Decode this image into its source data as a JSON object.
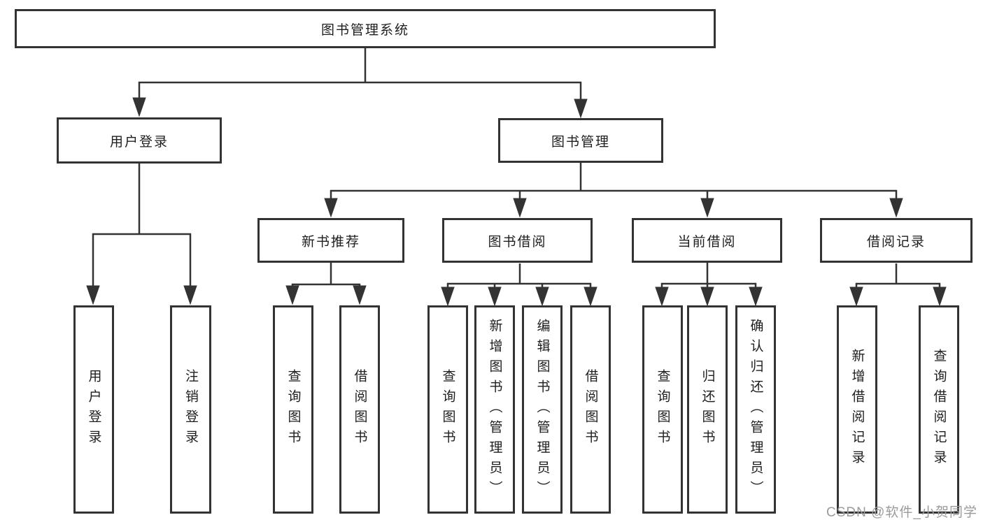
{
  "diagram": {
    "root": {
      "label": "图书管理系统"
    },
    "branches": [
      {
        "label": "用户登录",
        "children": [
          {
            "label": "用户登录"
          },
          {
            "label": "注销登录"
          }
        ]
      },
      {
        "label": "图书管理",
        "children": [
          {
            "label": "新书推荐",
            "children": [
              {
                "label": "查询图书"
              },
              {
                "label": "借阅图书"
              }
            ]
          },
          {
            "label": "图书借阅",
            "children": [
              {
                "label": "查询图书"
              },
              {
                "label": "新增图书（管理员）"
              },
              {
                "label": "编辑图书（管理员）"
              },
              {
                "label": "借阅图书"
              }
            ]
          },
          {
            "label": "当前借阅",
            "children": [
              {
                "label": "查询图书"
              },
              {
                "label": "归还图书"
              },
              {
                "label": "确认归还（管理员）"
              }
            ]
          },
          {
            "label": "借阅记录",
            "children": [
              {
                "label": "新增借阅记录"
              },
              {
                "label": "查询借阅记录"
              }
            ]
          }
        ]
      }
    ]
  },
  "watermark": {
    "text": "CSDN @软件_小贺同学"
  },
  "colors": {
    "line": "#333333",
    "box_border": "#333333",
    "text": "#1e1e1e",
    "watermark": "#9b9b9b",
    "background": "#ffffff"
  }
}
